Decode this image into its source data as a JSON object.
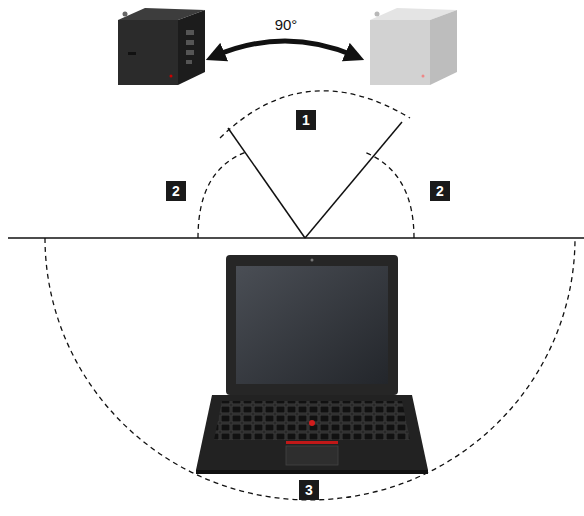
{
  "diagram": {
    "labels": [
      "90°",
      "1",
      "2",
      "2",
      "3"
    ]
  }
}
